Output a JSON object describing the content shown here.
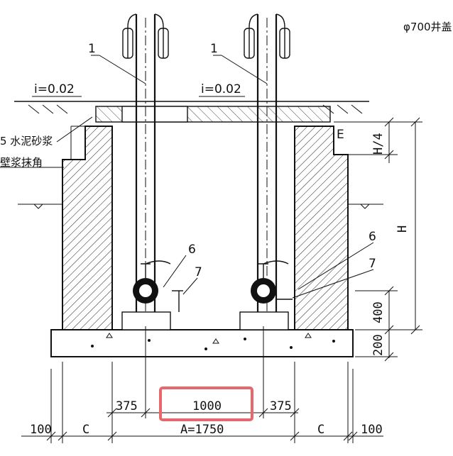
{
  "header": {
    "well_note": "φ700井盖"
  },
  "slopes": {
    "left": "i=0.02",
    "right": "i=0.02"
  },
  "notes": {
    "mortar": "5 水泥砂浆",
    "corner": "壁浆抹角"
  },
  "labels": {
    "pipe_left": "1",
    "pipe_right": "1",
    "callout_6_left": "6",
    "callout_7_left": "7",
    "callout_6_right": "6",
    "callout_7_right": "7",
    "sym_e": "E"
  },
  "dims_vertical": {
    "h_quarter": "H/4",
    "h": "H",
    "d400": "400",
    "d200": "200"
  },
  "dims_horizontal": {
    "left_375": "375",
    "center_1000": "1000",
    "right_375": "375",
    "left_100": "100",
    "left_c": "C",
    "a_total": "A=1750",
    "right_c": "C",
    "right_100": "100"
  },
  "highlight": {
    "color": "#e8676a"
  }
}
